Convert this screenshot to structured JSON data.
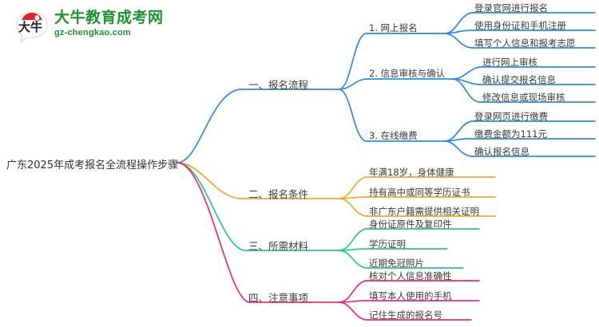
{
  "logo": {
    "mark_text": "大牛",
    "name": "大牛教育成考网",
    "url": "gz-chengkao.com",
    "brand_green": "#1a9431",
    "brand_red": "#d9262c"
  },
  "mindmap": {
    "root": "广东2025年成考报名全流程操作步骤",
    "colors": {
      "branch1": "#2E8BE8",
      "branch2": "#F0A92E",
      "branch3": "#2DC98A",
      "branch4": "#EE2A7B"
    },
    "branches": [
      {
        "label": "一、报名流程",
        "color": "#2E8BE8",
        "children": [
          {
            "label": "1. 网上报名",
            "leaves": [
              "登录官网进行报名",
              "使用身份证和手机注册",
              "填写个人信息和报考志愿"
            ]
          },
          {
            "label": "2. 信息审核与确认",
            "leaves": [
              "进行网上审核",
              "确认提交报名信息",
              "修改信息或现场审核"
            ]
          },
          {
            "label": "3. 在线缴费",
            "leaves": [
              "登录网页进行缴费",
              "缴费金额为111元",
              "确认报名信息"
            ]
          }
        ]
      },
      {
        "label": "二、报名条件",
        "color": "#F0A92E",
        "children": [
          {
            "label": "",
            "leaves": [
              "年满18岁，身体健康",
              "持有高中或同等学历证书",
              "非广东户籍需提供相关证明"
            ]
          }
        ]
      },
      {
        "label": "三、所需材料",
        "color": "#2DC98A",
        "children": [
          {
            "label": "",
            "leaves": [
              "身份证原件及复印件",
              "学历证明",
              "近期免冠照片"
            ]
          }
        ]
      },
      {
        "label": "四、注意事项",
        "color": "#EE2A7B",
        "children": [
          {
            "label": "",
            "leaves": [
              "核对个人信息准确性",
              "填写本人使用的手机",
              "记住生成的报名号"
            ]
          }
        ]
      }
    ]
  }
}
